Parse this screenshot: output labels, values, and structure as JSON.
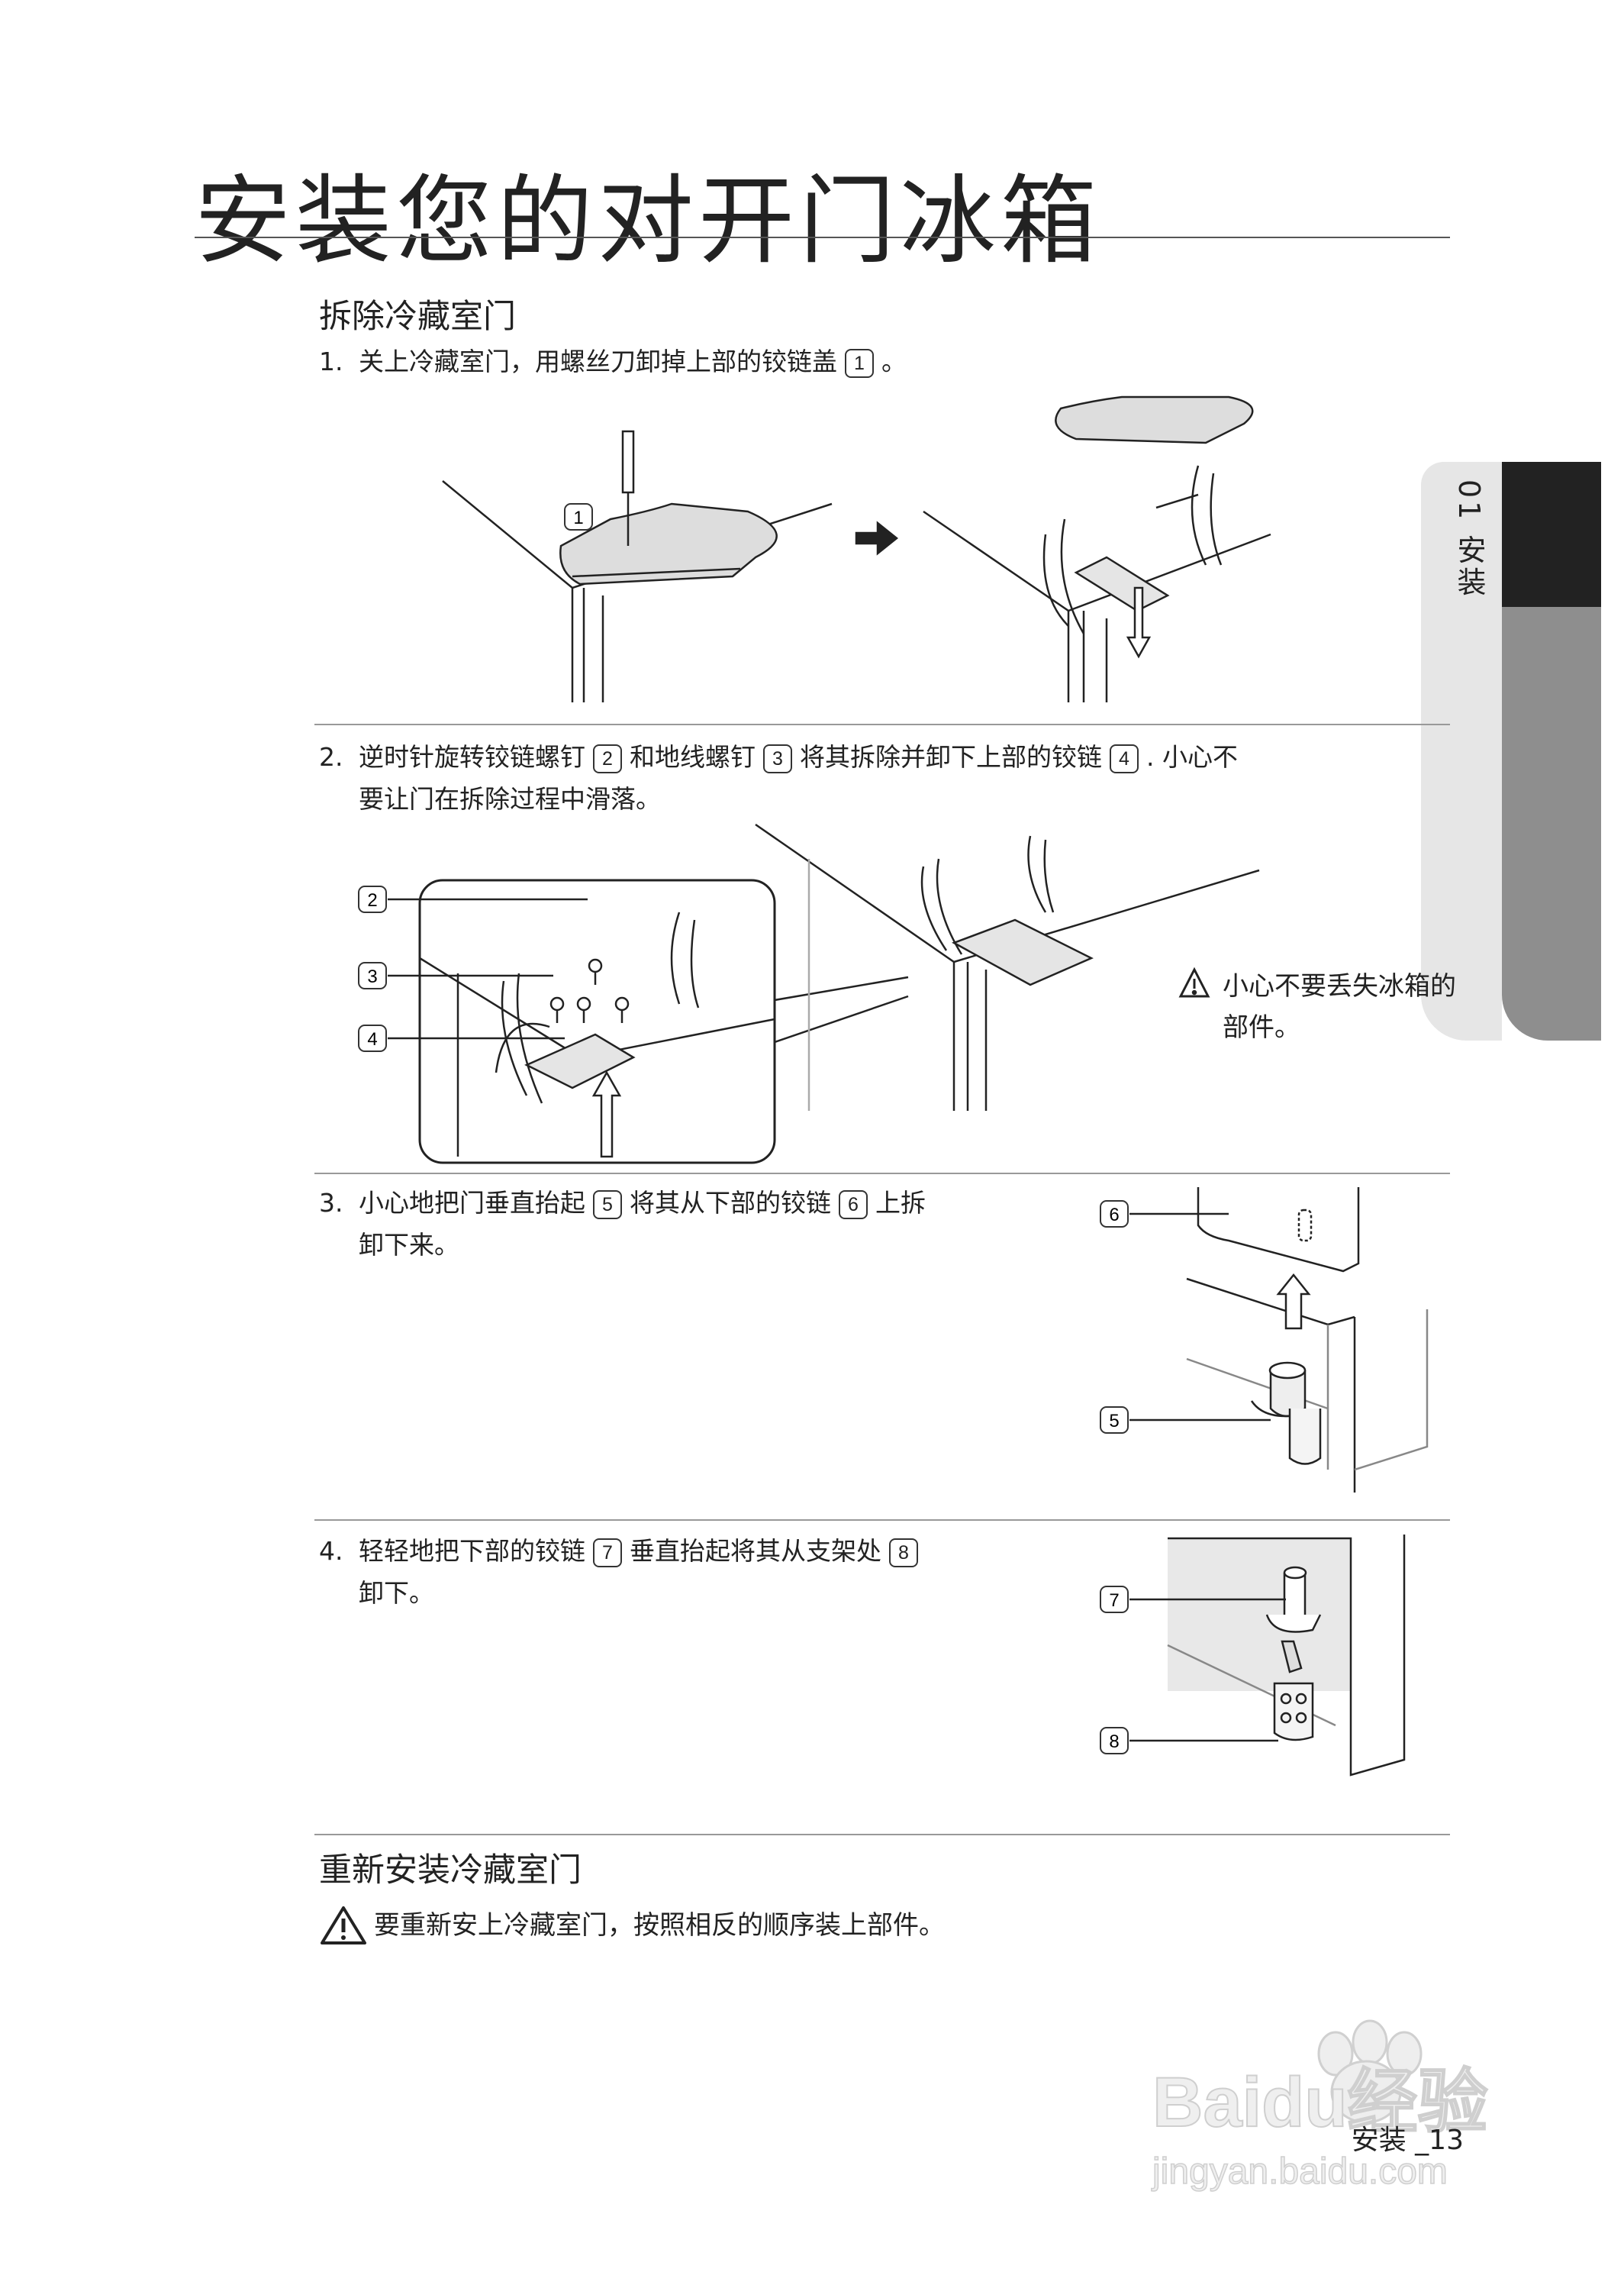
{
  "page": {
    "title": "安装您的对开门冰箱",
    "side_tab": "01 安装",
    "footer": "安装 _13"
  },
  "section1": {
    "heading": "拆除冷藏室门",
    "step1": {
      "num": "1.",
      "text": "关上冷藏室门，用螺丝刀卸掉上部的铰链盖",
      "callout": "1",
      "end": "。"
    },
    "step2": {
      "num": "2.",
      "text_a": "逆时针旋转铰链螺钉",
      "callout_a": "2",
      "text_b": "和地线螺钉",
      "callout_b": "3",
      "text_c": "将其拆除并卸下上部的铰链",
      "callout_c": "4",
      "text_d": ". 小心不",
      "line2": "要让门在拆除过程中滑落。"
    },
    "step2_caution": {
      "line1": "小心不要丢失冰箱的",
      "line2": "部件。"
    },
    "step3": {
      "num": "3.",
      "text_a": "小心地把门垂直抬起",
      "callout_a": "5",
      "text_b": "将其从下部的铰链",
      "callout_b": "6",
      "text_c": "上拆",
      "line2": "卸下来。"
    },
    "step4": {
      "num": "4.",
      "text_a": "轻轻地把下部的铰链",
      "callout_a": "7",
      "text_b": "垂直抬起将其从支架处",
      "callout_b": "8",
      "line2": "卸下。"
    },
    "figure_callouts": [
      "1",
      "2",
      "3",
      "4",
      "5",
      "6",
      "7",
      "8"
    ]
  },
  "section2": {
    "heading": "重新安装冷藏室门",
    "note": "要重新安上冷藏室门，按照相反的顺序装上部件。"
  },
  "watermark": {
    "brand": "Baidu经验",
    "url": "jingyan.baidu.com"
  },
  "colors": {
    "text": "#222222",
    "rule": "#999999",
    "tab_dark": "#222222",
    "tab_grey": "#8e8e8e",
    "tab_light": "#e6e6e6"
  }
}
